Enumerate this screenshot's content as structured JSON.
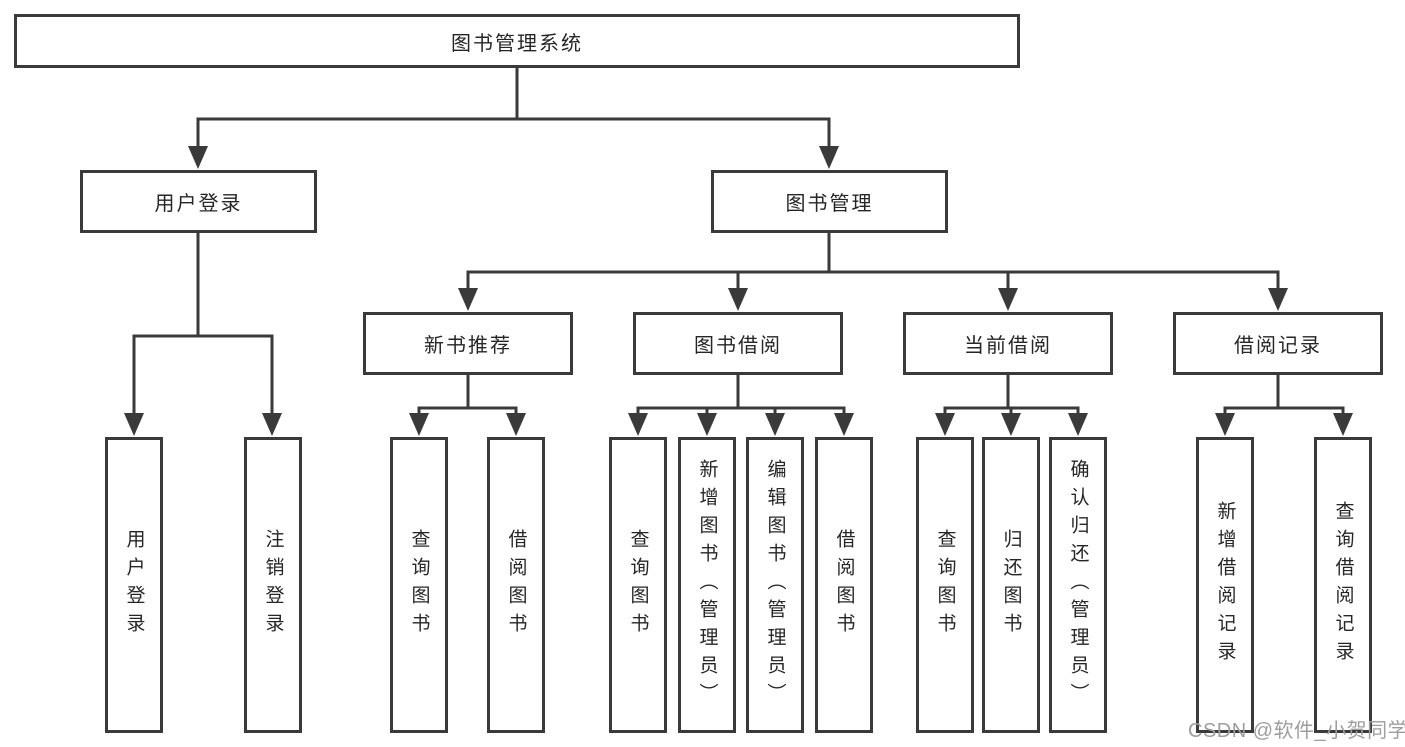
{
  "colors": {
    "line": "#3a3a3a",
    "box_border": "#3a3a3a",
    "text": "#262626",
    "watermark": "#9e9e9e",
    "background": "#ffffff"
  },
  "diagram": {
    "root": {
      "label": "图书管理系统"
    },
    "login_branch": {
      "label": "用户登录",
      "children": [
        {
          "label": "用户登录"
        },
        {
          "label": "注销登录"
        }
      ]
    },
    "management_branch": {
      "label": "图书管理",
      "sections": [
        {
          "label": "新书推荐",
          "children": [
            {
              "label": "查询图书"
            },
            {
              "label": "借阅图书"
            }
          ]
        },
        {
          "label": "图书借阅",
          "children": [
            {
              "label": "查询图书"
            },
            {
              "label": "新增图书（管理员）"
            },
            {
              "label": "编辑图书（管理员）"
            },
            {
              "label": "借阅图书"
            }
          ]
        },
        {
          "label": "当前借阅",
          "children": [
            {
              "label": "查询图书"
            },
            {
              "label": "归还图书"
            },
            {
              "label": "确认归还（管理员）"
            }
          ]
        },
        {
          "label": "借阅记录",
          "children": [
            {
              "label": "新增借阅记录"
            },
            {
              "label": "查询借阅记录"
            }
          ]
        }
      ]
    }
  },
  "watermark": {
    "text": "CSDN @软件_小贺同学"
  }
}
